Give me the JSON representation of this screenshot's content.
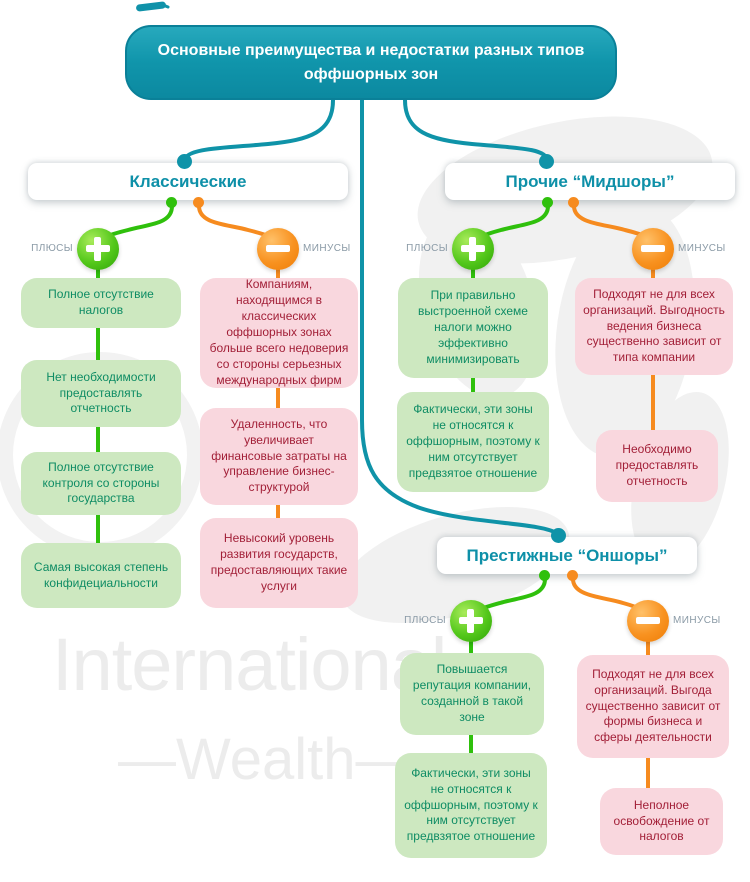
{
  "title": {
    "line1": "Основные преимущества и недостатки разных типов",
    "line2": "оффшорных зон"
  },
  "labels": {
    "pluses": "ПЛЮСЫ",
    "minuses": "МИНУСЫ"
  },
  "colors": {
    "teal": "#0f93a8",
    "green": "#2fc00c",
    "orange": "#f68b1f",
    "green_box_bg": "#cde8c0",
    "green_box_text": "#0e8c64",
    "pink_box_bg": "#f9d7de",
    "pink_box_text": "#a21f37"
  },
  "watermark": {
    "line1": "International",
    "line2": "—Wealth—"
  },
  "branches": [
    {
      "name": "Классические",
      "pluses": [
        "Полное отсутствие налогов",
        "Нет необходимости предоставлять отчетность",
        "Полное отсутствие контроля со стороны государства",
        "Самая высокая степень конфидециальности"
      ],
      "minuses": [
        "Компаниям, находящимся в классических оффшорных зонах больше всего недоверия со стороны серьезных международных фирм",
        "Удаленность, что увеличивает финансовые затраты на управление бизнес-структурой",
        "Невысокий уровень развития государств, предоставляющих такие услуги"
      ]
    },
    {
      "name": "Прочие “Мидшоры”",
      "pluses": [
        "При правильно выстроенной схеме налоги можно эффективно минимизировать",
        "Фактически, эти зоны не относятся к оффшорным, поэтому к ним отсутствует предвзятое отношение"
      ],
      "minuses": [
        "Подходят не для всех организаций. Выгодность ведения бизнеса существенно зависит от типа компании",
        "Необходимо предоставлять отчетность"
      ]
    },
    {
      "name": "Престижные “Оншоры”",
      "pluses": [
        "Повышается репутация компании, созданной в такой зоне",
        "Фактически, эти зоны не относятся к оффшорным, поэтому к ним отсутствует предвзятое отношение"
      ],
      "minuses": [
        "Подходят не для всех организаций. Выгода существенно зависит от формы бизнеса и сферы деятельности",
        "Неполное освобождение от налогов"
      ]
    }
  ]
}
